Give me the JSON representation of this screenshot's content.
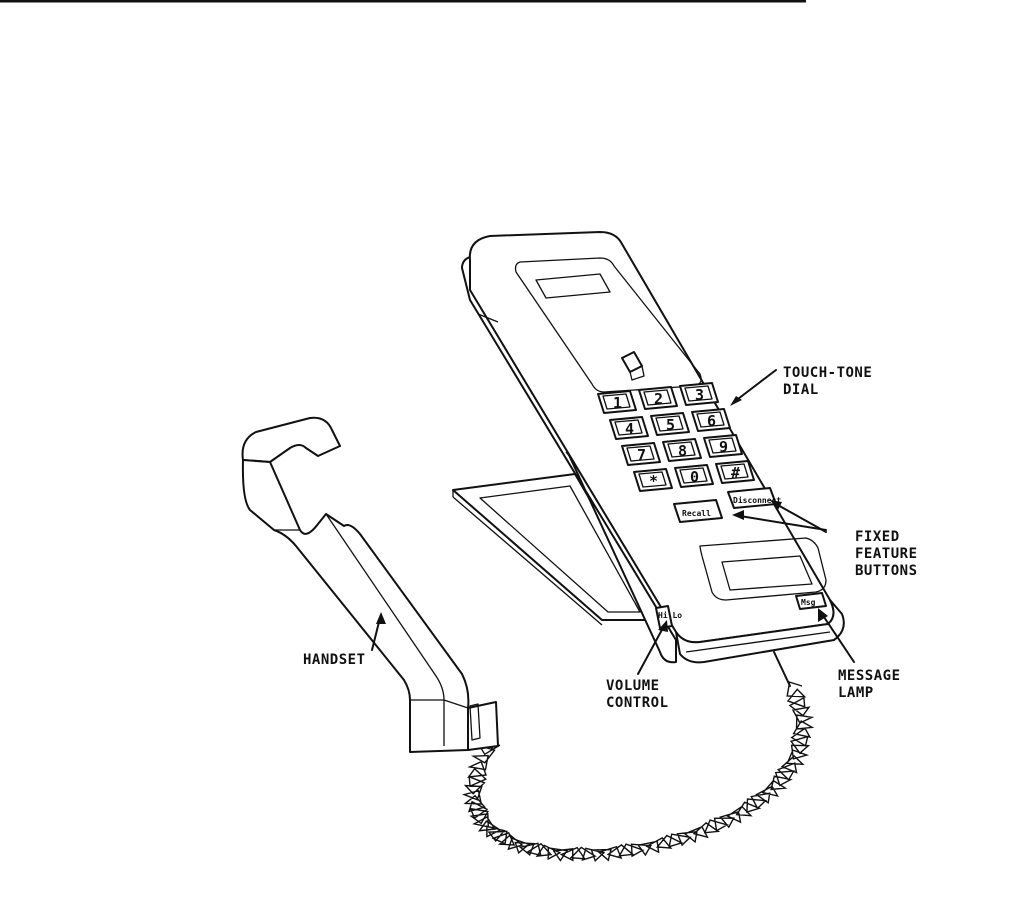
{
  "figure": {
    "labels": {
      "touch_tone_line1": "TOUCH-TONE",
      "touch_tone_line2": "DIAL",
      "fixed_line1": "FIXED",
      "fixed_line2": "FEATURE",
      "fixed_line3": "BUTTONS",
      "handset": "HANDSET",
      "volume_line1": "VOLUME",
      "volume_line2": "CONTROL",
      "message_line1": "MESSAGE",
      "message_line2": "LAMP"
    },
    "keypad": {
      "keys": [
        "1",
        "2",
        "3",
        "4",
        "5",
        "6",
        "7",
        "8",
        "9",
        "*",
        "0",
        "#"
      ]
    },
    "feature_buttons": {
      "recall": "Recall",
      "disconnect": "Disconnect"
    },
    "lamp_label": "Msg",
    "volume_label": "Hi Lo"
  }
}
